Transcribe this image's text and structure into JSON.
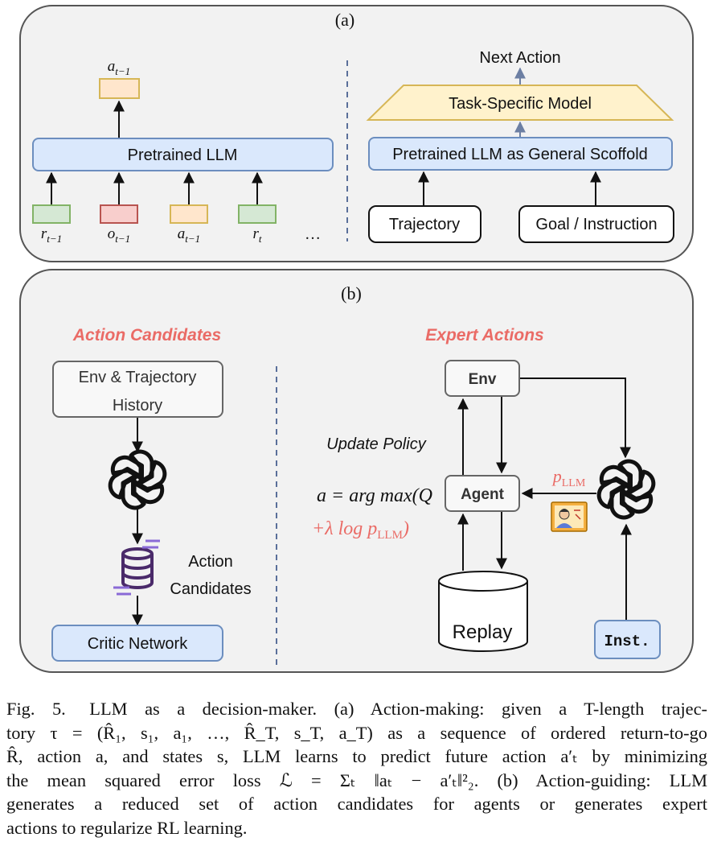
{
  "panel_a": {
    "label": "(a)",
    "left": {
      "output_label": "a",
      "output_sub": "t−1",
      "llm_label": "Pretrained LLM",
      "inputs": [
        {
          "sym": "r",
          "sub": "t−1",
          "fill": "#d5e8d4",
          "stroke": "#82b366"
        },
        {
          "sym": "o",
          "sub": "t−1",
          "fill": "#f8cecc",
          "stroke": "#b85450"
        },
        {
          "sym": "a",
          "sub": "t−1",
          "fill": "#ffe6cc",
          "stroke": "#d6b656"
        },
        {
          "sym": "r",
          "sub": "t",
          "fill": "#d5e8d4",
          "stroke": "#82b366"
        }
      ],
      "ellipsis": "…"
    },
    "right": {
      "next_action": "Next Action",
      "task_model": "Task-Specific Model",
      "scaffold": "Pretrained LLM as General Scoffold",
      "trajectory": "Trajectory",
      "goal": "Goal / Instruction"
    }
  },
  "panel_b": {
    "label": "(b)",
    "left": {
      "title": "Action Candidates",
      "env_line1": "Env & Trajectory",
      "env_line2": "History",
      "db_label_line1": "Action",
      "db_label_line2": "Candidates",
      "critic": "Critic Network",
      "llm_icon": "openai-logo-icon",
      "db_icon": "database-icon"
    },
    "right": {
      "title": "Expert Actions",
      "env": "Env",
      "agent": "Agent",
      "replay": "Replay",
      "inst": "Inst.",
      "update_policy": "Update Policy",
      "formula_line1": "a = arg max(Q",
      "formula_line2": "+λ log p",
      "formula_sub": "LLM",
      "p_llm": "p",
      "p_llm_sub": "LLM",
      "expert_icon": "teacher-icon"
    }
  },
  "colors": {
    "panel_bg": "#f2f2f2",
    "panel_border": "#555555",
    "blue_fill": "#dae8fc",
    "blue_stroke": "#6c8ebf",
    "orange_fill": "#fff2cc",
    "orange_stroke": "#d6b656",
    "red_text": "#ea6b66",
    "dashed": "#5a6f9a"
  },
  "caption": {
    "label": "Fig. 5.",
    "lines": [
      "LLM as a decision-maker. (a) Action-making: given a T-length trajec-",
      "tory τ = (R̂₁, s₁, a₁, …, R̂_T, s_T, a_T) as a sequence of ordered return-to-go",
      "R̂, action a, and states s, LLM learns to predict future action a′ₜ by minimizing",
      "the mean squared error loss ℒ = Σₜ ‖aₜ − a′ₜ‖²₂. (b) Action-guiding: LLM",
      "generates a reduced set of action candidates for agents or generates expert",
      "actions to regularize RL learning."
    ]
  }
}
